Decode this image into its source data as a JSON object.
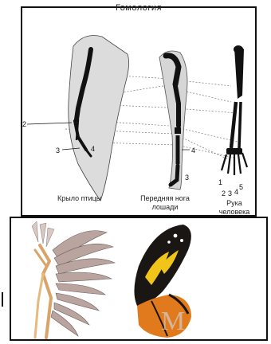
{
  "top_panel": {
    "title": "Гомология",
    "labels": {
      "bird_wing": "Крыло птицы",
      "horse_leg_line1": "Передняя нога",
      "horse_leg_line2": "лошади",
      "human_arm_line1": "Рука",
      "human_arm_line2": "человека"
    },
    "numbers": {
      "wing_2": "2",
      "wing_3": "3",
      "wing_4": "4",
      "horse_4": "4",
      "horse_3": "3",
      "human_1": "1",
      "human_2": "2",
      "human_3": "3",
      "human_4": "4",
      "human_5": "5"
    }
  },
  "bottom_panel": {
    "watermark": "M"
  },
  "colors": {
    "bone": "#111111",
    "outline_fill": "#dcdcdc",
    "wing_feather": "#b9a4a0",
    "butterfly_black": "#1a1614",
    "butterfly_orange": "#e07a1c",
    "butterfly_yellow": "#f0c419"
  }
}
